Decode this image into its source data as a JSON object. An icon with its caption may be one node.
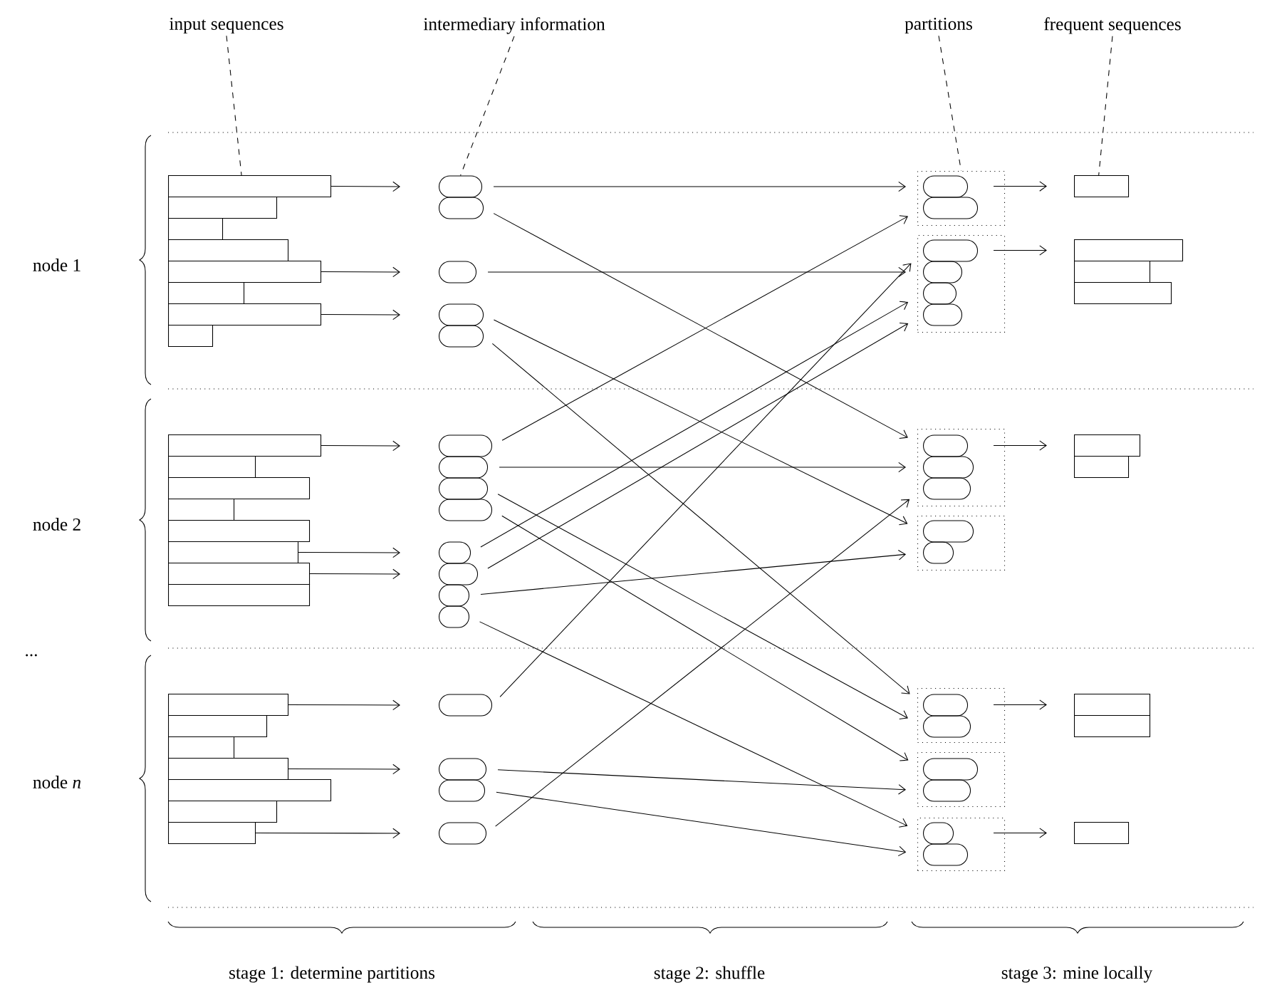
{
  "diagram": {
    "nodes": [
      {
        "text": [
          "input sequences"
        ]
      },
      {
        "text": [
          "intermediary information"
        ]
      },
      {
        "text": [
          "partitions"
        ]
      },
      {
        "text": [
          "frequent sequences"
        ]
      },
      {
        "text": [],
        "shape": "bar"
      },
      {
        "text": [],
        "shape": "bar"
      },
      {
        "text": [],
        "shape": "bar"
      },
      {
        "text": [],
        "shape": "bar"
      },
      {
        "text": [],
        "shape": "bar"
      },
      {
        "text": [],
        "shape": "bar"
      },
      {
        "text": [],
        "shape": "bar"
      },
      {
        "text": [],
        "shape": "bar"
      },
      {
        "text": [],
        "shape": "capsule"
      },
      {
        "text": [],
        "shape": "capsule"
      },
      {
        "text": [],
        "shape": "capsule"
      },
      {
        "text": [],
        "shape": "capsule"
      },
      {
        "text": [],
        "shape": "capsule"
      },
      {
        "text": [],
        "shape": "box"
      },
      {
        "text": [],
        "shape": "capsule",
        "in": 17
      },
      {
        "text": [],
        "shape": "capsule",
        "in": 17
      },
      {
        "text": [],
        "shape": "box"
      },
      {
        "text": [],
        "shape": "capsule",
        "in": 20
      },
      {
        "text": [],
        "shape": "capsule",
        "in": 20
      },
      {
        "text": [],
        "shape": "capsule",
        "in": 20
      },
      {
        "text": [],
        "shape": "capsule",
        "in": 20
      },
      {
        "text": [],
        "shape": "bar"
      },
      {
        "text": [],
        "shape": "bar"
      },
      {
        "text": [],
        "shape": "bar"
      },
      {
        "text": [],
        "shape": "bar"
      },
      {
        "text": [],
        "shape": "bar"
      },
      {
        "text": [],
        "shape": "bar"
      },
      {
        "text": [],
        "shape": "bar"
      },
      {
        "text": [],
        "shape": "bar"
      },
      {
        "text": [],
        "shape": "bar"
      },
      {
        "text": [],
        "shape": "bar"
      },
      {
        "text": [],
        "shape": "bar"
      },
      {
        "text": [],
        "shape": "bar"
      },
      {
        "text": [],
        "shape": "capsule"
      },
      {
        "text": [],
        "shape": "capsule"
      },
      {
        "text": [],
        "shape": "capsule"
      },
      {
        "text": [],
        "shape": "capsule"
      },
      {
        "text": [],
        "shape": "capsule"
      },
      {
        "text": [],
        "shape": "capsule"
      },
      {
        "text": [],
        "shape": "capsule"
      },
      {
        "text": [],
        "shape": "capsule"
      },
      {
        "text": [],
        "shape": "box"
      },
      {
        "text": [],
        "shape": "capsule",
        "in": 45
      },
      {
        "text": [],
        "shape": "capsule",
        "in": 45
      },
      {
        "text": [],
        "shape": "capsule",
        "in": 45
      },
      {
        "text": [],
        "shape": "box"
      },
      {
        "text": [],
        "shape": "capsule",
        "in": 49
      },
      {
        "text": [],
        "shape": "capsule",
        "in": 49
      },
      {
        "text": [],
        "shape": "bar"
      },
      {
        "text": [],
        "shape": "bar"
      },
      {
        "text": [],
        "shape": "bar"
      },
      {
        "text": [],
        "shape": "bar"
      },
      {
        "text": [],
        "shape": "bar"
      },
      {
        "text": [],
        "shape": "bar"
      },
      {
        "text": [],
        "shape": "bar"
      },
      {
        "text": [],
        "shape": "bar"
      },
      {
        "text": [],
        "shape": "bar"
      },
      {
        "text": [],
        "shape": "capsule"
      },
      {
        "text": [],
        "shape": "capsule"
      },
      {
        "text": [],
        "shape": "capsule"
      },
      {
        "text": [],
        "shape": "capsule"
      },
      {
        "text": [],
        "shape": "box"
      },
      {
        "text": [],
        "shape": "capsule",
        "in": 65
      },
      {
        "text": [],
        "shape": "capsule",
        "in": 65
      },
      {
        "text": [],
        "shape": "box"
      },
      {
        "text": [],
        "shape": "capsule",
        "in": 68
      },
      {
        "text": [],
        "shape": "capsule",
        "in": 68
      },
      {
        "text": [],
        "shape": "box"
      },
      {
        "text": [],
        "shape": "capsule",
        "in": 71
      },
      {
        "text": [],
        "shape": "capsule",
        "in": 71
      },
      {
        "text": [],
        "shape": "bar"
      },
      {
        "text": [],
        "shape": "bar"
      },
      {
        "text": [],
        "shape": "bar"
      }
    ],
    "edges": [
      {
        "from": 0,
        "to": 4,
        "arrow": "none",
        "style": "dashed"
      },
      {
        "from": 1,
        "to": 12,
        "arrow": "none",
        "style": "dashed"
      },
      {
        "from": 2,
        "to": 17,
        "arrow": "none",
        "style": "dashed"
      },
      {
        "from": 3,
        "to": 25,
        "arrow": "none",
        "style": "dashed"
      },
      {
        "from": 4,
        "to": 12,
        "arrow": "to"
      },
      {
        "from": 8,
        "to": 14,
        "arrow": "to"
      },
      {
        "from": 10,
        "to": 15,
        "arrow": "to"
      },
      {
        "from": 29,
        "to": 37,
        "arrow": "to"
      },
      {
        "from": 34,
        "to": 41,
        "arrow": "to"
      },
      {
        "from": 35,
        "to": 42,
        "arrow": "to"
      },
      {
        "from": 54,
        "to": 61,
        "arrow": "to"
      },
      {
        "from": 57,
        "to": 62,
        "arrow": "to"
      },
      {
        "from": 60,
        "to": 64,
        "arrow": "to"
      },
      {
        "from": 12,
        "to": 18,
        "arrow": "to"
      },
      {
        "from": 13,
        "to": 46,
        "arrow": "to"
      },
      {
        "from": 14,
        "to": 22,
        "arrow": "to"
      },
      {
        "from": 15,
        "to": 50,
        "arrow": "to"
      },
      {
        "from": 16,
        "to": 66,
        "arrow": "to"
      },
      {
        "from": 37,
        "to": 19,
        "arrow": "to"
      },
      {
        "from": 38,
        "to": 47,
        "arrow": "to"
      },
      {
        "from": 39,
        "to": 67,
        "arrow": "to"
      },
      {
        "from": 40,
        "to": 69,
        "arrow": "to"
      },
      {
        "from": 41,
        "to": 23,
        "arrow": "to"
      },
      {
        "from": 42,
        "to": 24,
        "arrow": "to"
      },
      {
        "from": 43,
        "to": 51,
        "arrow": "to"
      },
      {
        "from": 44,
        "to": 72,
        "arrow": "to"
      },
      {
        "from": 61,
        "to": 21,
        "arrow": "to"
      },
      {
        "from": 62,
        "to": 70,
        "arrow": "to"
      },
      {
        "from": 63,
        "to": 73,
        "arrow": "to"
      },
      {
        "from": 64,
        "to": 48,
        "arrow": "to"
      },
      {
        "from": 17,
        "to": 25,
        "arrow": "to"
      },
      {
        "from": 20,
        "to": 26,
        "arrow": "to"
      },
      {
        "from": 45,
        "to": 52,
        "arrow": "to"
      },
      {
        "from": 65,
        "to": 74,
        "arrow": "to"
      },
      {
        "from": 71,
        "to": 76,
        "arrow": "to"
      }
    ],
    "labels": [
      "node 1",
      "node 2",
      "...",
      "node *n*",
      "stage 1: determine partitions",
      "stage 2: shuffle",
      "stage 3: mine locally"
    ]
  }
}
